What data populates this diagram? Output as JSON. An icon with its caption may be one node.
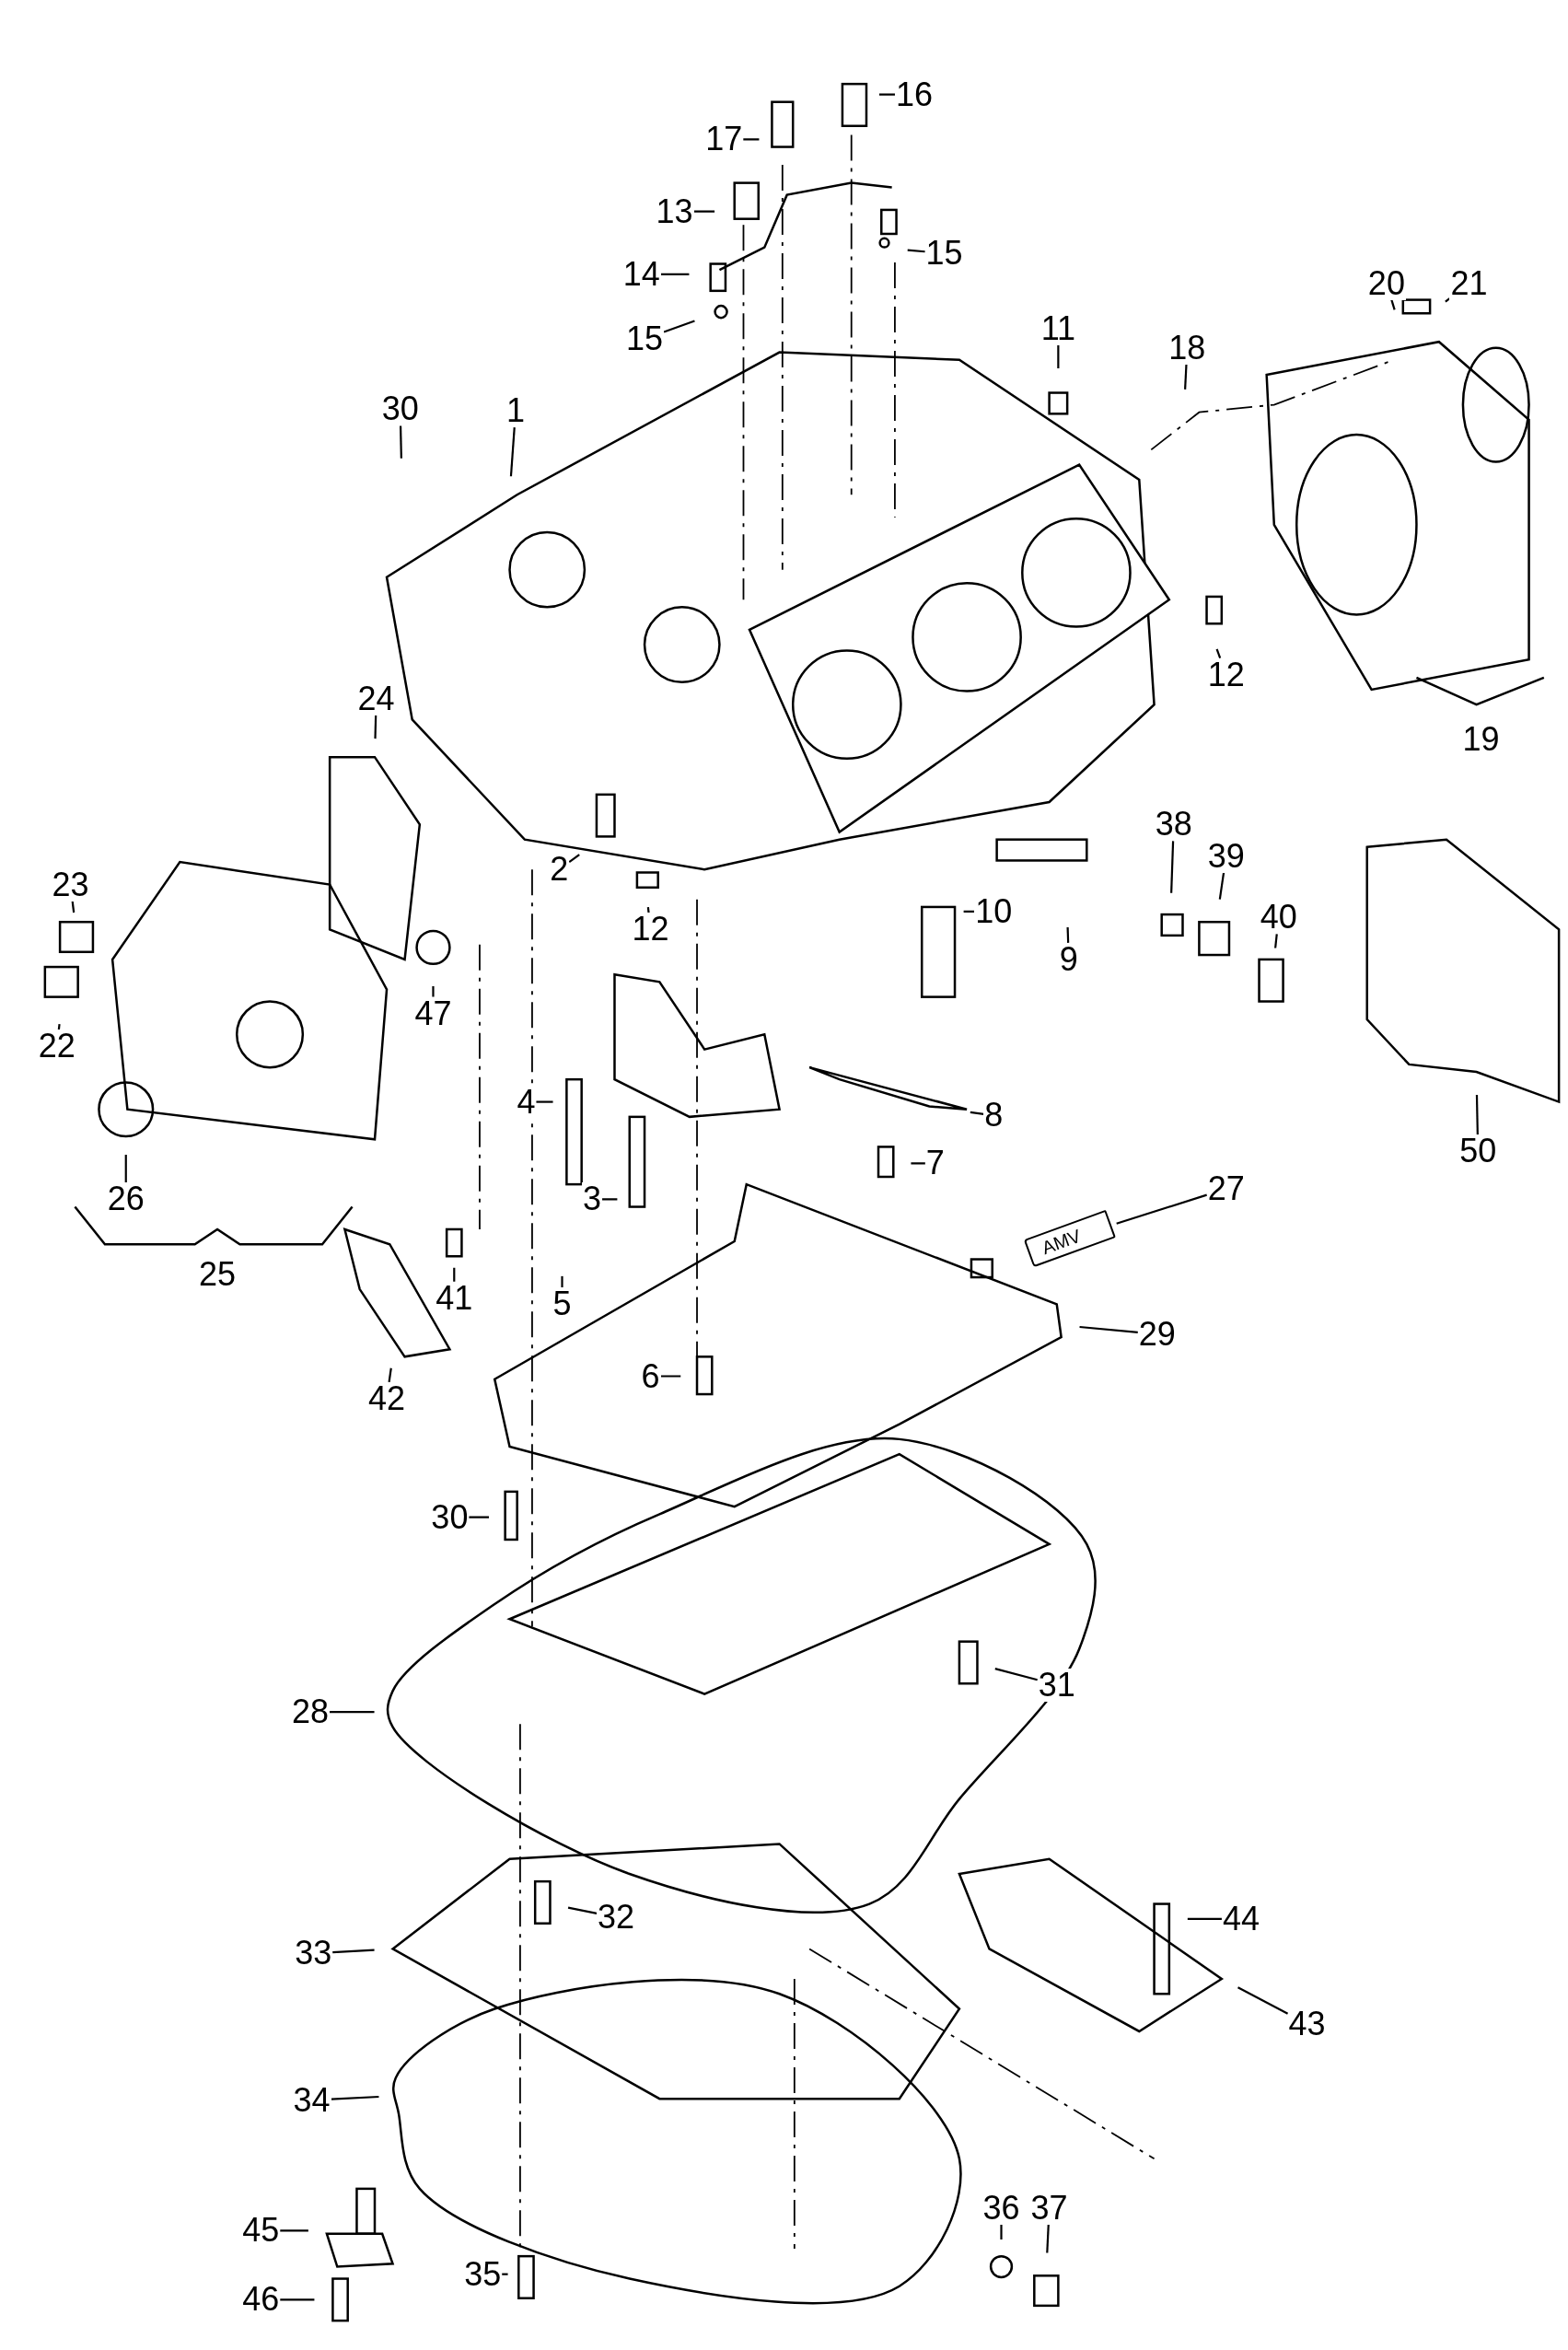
{
  "diagram": {
    "nodes": [
      {
        "text": [
          "16"
        ]
      },
      {
        "text": [
          "17"
        ]
      },
      {
        "text": [
          "13"
        ]
      },
      {
        "text": [
          "15"
        ]
      },
      {
        "text": [
          "14"
        ]
      },
      {
        "text": [
          "20"
        ]
      },
      {
        "text": [
          "21"
        ]
      },
      {
        "text": [
          "15"
        ]
      },
      {
        "text": [
          "11"
        ]
      },
      {
        "text": [
          "18"
        ]
      },
      {
        "text": [
          "30"
        ]
      },
      {
        "text": [
          "1"
        ]
      },
      {
        "text": [
          "12"
        ]
      },
      {
        "text": [
          "24"
        ]
      },
      {
        "text": [
          "38"
        ]
      },
      {
        "text": [
          "39"
        ]
      },
      {
        "text": [
          "2"
        ]
      },
      {
        "text": [
          "23"
        ]
      },
      {
        "text": [
          "10"
        ]
      },
      {
        "text": [
          "40"
        ]
      },
      {
        "text": [
          "12"
        ]
      },
      {
        "text": [
          "9"
        ]
      },
      {
        "text": [
          "47"
        ]
      },
      {
        "text": [
          "22"
        ]
      },
      {
        "text": [
          "4"
        ]
      },
      {
        "text": [
          "8"
        ]
      },
      {
        "text": [
          "50"
        ]
      },
      {
        "text": [
          "7"
        ]
      },
      {
        "text": [
          "27"
        ]
      },
      {
        "text": [
          "3"
        ]
      },
      {
        "text": [
          "26"
        ]
      },
      {
        "text": [
          "41"
        ]
      },
      {
        "text": [
          "5"
        ]
      },
      {
        "text": [
          "29"
        ]
      },
      {
        "text": [
          "6"
        ]
      },
      {
        "text": [
          "42"
        ]
      },
      {
        "text": [
          "30"
        ]
      },
      {
        "text": [
          "31"
        ]
      },
      {
        "text": [
          "28"
        ]
      },
      {
        "text": [
          "32"
        ]
      },
      {
        "text": [
          "44"
        ]
      },
      {
        "text": [
          "33"
        ]
      },
      {
        "text": [
          "43"
        ]
      },
      {
        "text": [
          "34"
        ]
      },
      {
        "text": [
          "36"
        ]
      },
      {
        "text": [
          "37"
        ]
      },
      {
        "text": [
          "45"
        ]
      },
      {
        "text": [
          "35"
        ]
      },
      {
        "text": [
          "46"
        ]
      },
      {
        "text": [
          "AMV"
        ]
      }
    ],
    "edges": [
      {
        "from": 0,
        "to": null,
        "arrow": "none"
      },
      {
        "from": 1,
        "to": null,
        "arrow": "none"
      },
      {
        "from": 2,
        "to": null,
        "arrow": "none"
      },
      {
        "from": 3,
        "to": null,
        "arrow": "none"
      },
      {
        "from": 4,
        "to": null,
        "arrow": "none"
      },
      {
        "from": 5,
        "to": null,
        "arrow": "none"
      },
      {
        "from": 6,
        "to": null,
        "arrow": "none"
      },
      {
        "from": 7,
        "to": null,
        "arrow": "none"
      },
      {
        "from": 8,
        "to": null,
        "arrow": "none"
      },
      {
        "from": 9,
        "to": null,
        "arrow": "none"
      },
      {
        "from": 10,
        "to": null,
        "arrow": "none"
      },
      {
        "from": 11,
        "to": null,
        "arrow": "none"
      },
      {
        "from": 12,
        "to": null,
        "arrow": "none"
      },
      {
        "from": 13,
        "to": null,
        "arrow": "none"
      },
      {
        "from": 14,
        "to": null,
        "arrow": "none"
      },
      {
        "from": 15,
        "to": null,
        "arrow": "none"
      },
      {
        "from": 16,
        "to": null,
        "arrow": "none"
      },
      {
        "from": 17,
        "to": null,
        "arrow": "none"
      },
      {
        "from": 18,
        "to": null,
        "arrow": "none"
      },
      {
        "from": 19,
        "to": null,
        "arrow": "none"
      },
      {
        "from": 20,
        "to": null,
        "arrow": "none"
      },
      {
        "from": 21,
        "to": null,
        "arrow": "none"
      },
      {
        "from": 22,
        "to": null,
        "arrow": "none"
      },
      {
        "from": 23,
        "to": null,
        "arrow": "none"
      },
      {
        "from": 24,
        "to": null,
        "arrow": "none"
      },
      {
        "from": 25,
        "to": null,
        "arrow": "none"
      },
      {
        "from": 26,
        "to": null,
        "arrow": "none"
      },
      {
        "from": 27,
        "to": null,
        "arrow": "none"
      },
      {
        "from": 28,
        "to": 49,
        "arrow": "none"
      },
      {
        "from": 29,
        "to": null,
        "arrow": "none"
      },
      {
        "from": 30,
        "to": null,
        "arrow": "none"
      },
      {
        "from": 31,
        "to": null,
        "arrow": "none"
      },
      {
        "from": 32,
        "to": null,
        "arrow": "none"
      },
      {
        "from": 33,
        "to": null,
        "arrow": "none"
      },
      {
        "from": 34,
        "to": null,
        "arrow": "none"
      },
      {
        "from": 35,
        "to": null,
        "arrow": "none"
      },
      {
        "from": 36,
        "to": null,
        "arrow": "none"
      },
      {
        "from": 37,
        "to": null,
        "arrow": "none"
      },
      {
        "from": 38,
        "to": null,
        "arrow": "none"
      },
      {
        "from": 39,
        "to": null,
        "arrow": "none"
      },
      {
        "from": 40,
        "to": null,
        "arrow": "none"
      },
      {
        "from": 41,
        "to": null,
        "arrow": "none"
      },
      {
        "from": 42,
        "to": null,
        "arrow": "none"
      },
      {
        "from": 43,
        "to": null,
        "arrow": "none"
      },
      {
        "from": 44,
        "to": null,
        "arrow": "none"
      },
      {
        "from": 45,
        "to": null,
        "arrow": "none"
      },
      {
        "from": 46,
        "to": null,
        "arrow": "none"
      },
      {
        "from": 47,
        "to": null,
        "arrow": "none"
      },
      {
        "from": 48,
        "to": null,
        "arrow": "none"
      }
    ],
    "labels": [
      "19",
      "25"
    ]
  }
}
